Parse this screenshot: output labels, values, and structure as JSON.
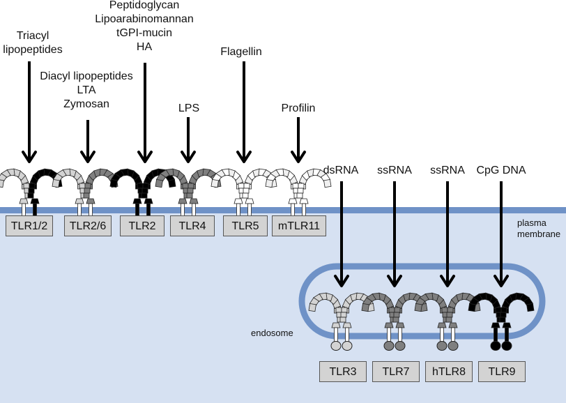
{
  "colors": {
    "cytoplasm": "#d6e1f2",
    "membrane": "#6f92c7",
    "label_box": "#d3d3d3",
    "white_receptor": "#ffffff",
    "light_receptor": "#d3d3d3",
    "gray_receptor": "#7f7f7f",
    "black_receptor": "#000000"
  },
  "compartments": {
    "plasma_membrane_label": [
      "plasma",
      "membrane"
    ],
    "endosome_label": "endosome"
  },
  "surface_receptors": [
    {
      "id": "tlr1-2",
      "label": "TLR1/2",
      "ligand_lines": [
        "Triacyl",
        "lipopeptides"
      ],
      "left_color": "light",
      "right_color": "black"
    },
    {
      "id": "tlr2-6",
      "label": "TLR2/6",
      "ligand_lines": [
        "Diacyl lipopeptides",
        "LTA",
        "Zymosan"
      ],
      "left_color": "light",
      "right_color": "gray"
    },
    {
      "id": "tlr2",
      "label": "TLR2",
      "ligand_lines": [
        "Peptidoglycan",
        "Lipoarabinomannan",
        "tGPI-mucin",
        "HA"
      ],
      "left_color": "black",
      "right_color": "black"
    },
    {
      "id": "tlr4",
      "label": "TLR4",
      "ligand_lines": [
        "LPS"
      ],
      "left_color": "gray",
      "right_color": "gray"
    },
    {
      "id": "tlr5",
      "label": "TLR5",
      "ligand_lines": [
        "Flagellin"
      ],
      "left_color": "white",
      "right_color": "white"
    },
    {
      "id": "mtlr11",
      "label": "mTLR11",
      "ligand_lines": [
        "Profilin"
      ],
      "left_color": "white",
      "right_color": "white"
    }
  ],
  "endosomal_receptors": [
    {
      "id": "tlr3",
      "label": "TLR3",
      "ligand_lines": [
        "dsRNA"
      ],
      "left_color": "light",
      "right_color": "light"
    },
    {
      "id": "tlr7",
      "label": "TLR7",
      "ligand_lines": [
        "ssRNA"
      ],
      "left_color": "gray",
      "right_color": "gray"
    },
    {
      "id": "htlr8",
      "label": "hTLR8",
      "ligand_lines": [
        "ssRNA"
      ],
      "left_color": "gray",
      "right_color": "gray"
    },
    {
      "id": "tlr9",
      "label": "TLR9",
      "ligand_lines": [
        "CpG DNA"
      ],
      "left_color": "black",
      "right_color": "black"
    }
  ]
}
